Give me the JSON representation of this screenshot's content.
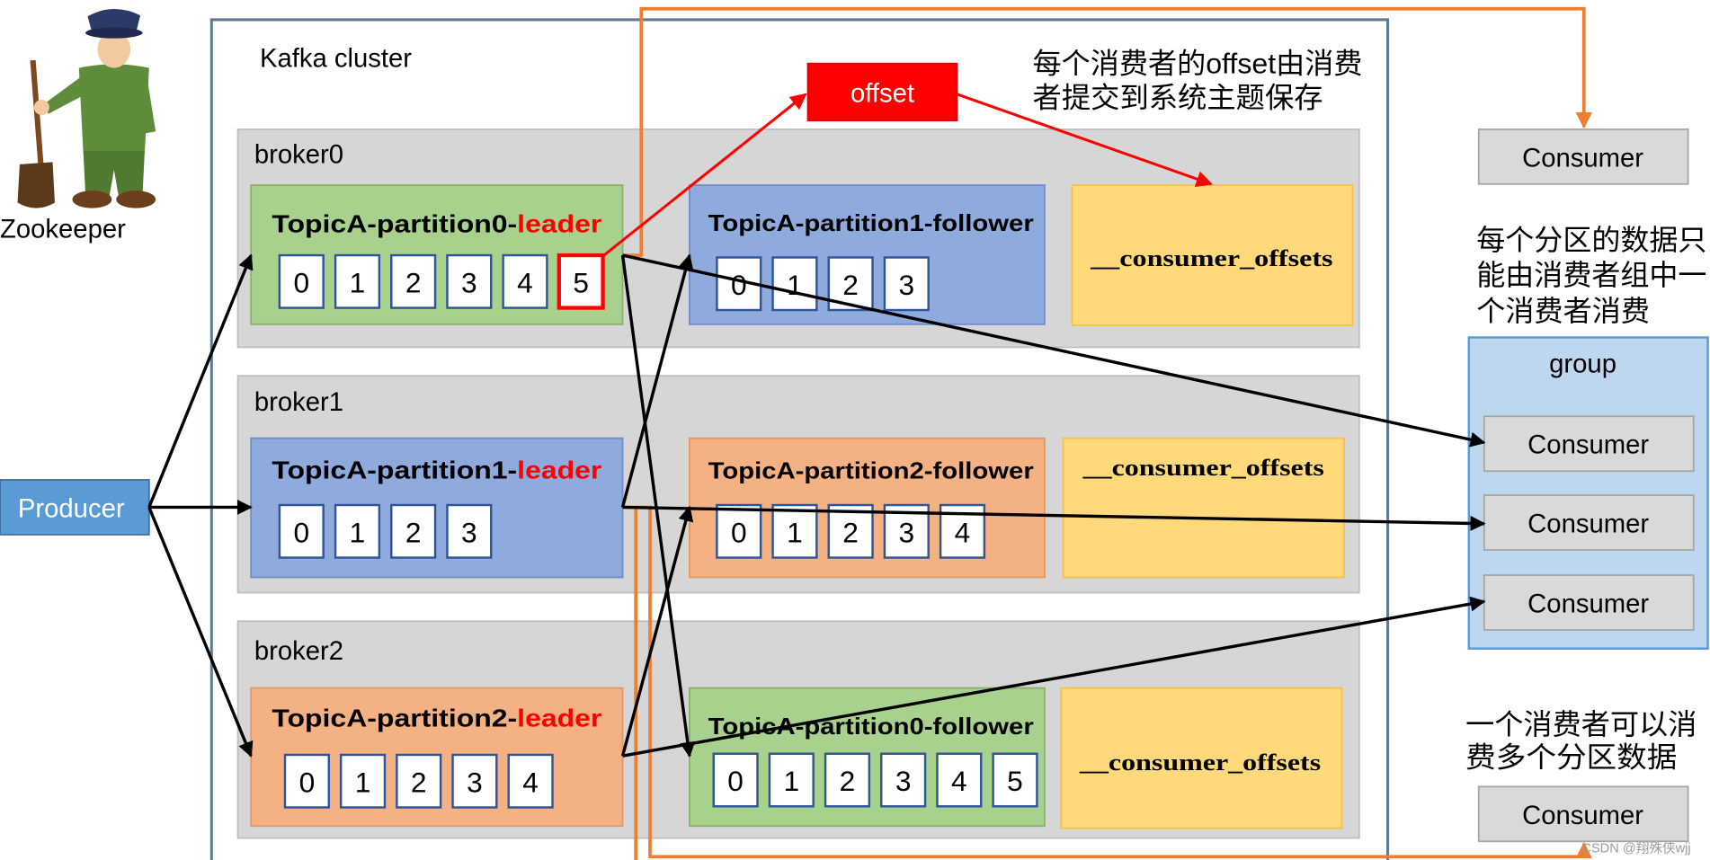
{
  "zookeeper": {
    "label": "Zookeeper"
  },
  "producer": {
    "label": "Producer"
  },
  "cluster": {
    "label": "Kafka cluster"
  },
  "offset": {
    "label": "offset"
  },
  "brokers": [
    {
      "name": "broker0",
      "leader": {
        "prefix": "TopicA-partition0-",
        "role": "leader",
        "cells": [
          "0",
          "1",
          "2",
          "3",
          "4",
          "5"
        ]
      },
      "follower": {
        "title": "TopicA-partition1-follower",
        "cells": [
          "0",
          "1",
          "2",
          "3"
        ]
      },
      "offsets_topic": "__consumer_offsets"
    },
    {
      "name": "broker1",
      "leader": {
        "prefix": "TopicA-partition1-",
        "role": "leader",
        "cells": [
          "0",
          "1",
          "2",
          "3"
        ]
      },
      "follower": {
        "title": "TopicA-partition2-follower",
        "cells": [
          "0",
          "1",
          "2",
          "3",
          "4"
        ]
      },
      "offsets_topic": "__consumer_offsets"
    },
    {
      "name": "broker2",
      "leader": {
        "prefix": "TopicA-partition2-",
        "role": "leader",
        "cells": [
          "0",
          "1",
          "2",
          "3",
          "4"
        ]
      },
      "follower": {
        "title": "TopicA-partition0-follower",
        "cells": [
          "0",
          "1",
          "2",
          "3",
          "4",
          "5"
        ]
      },
      "offsets_topic": "__consumer_offsets"
    }
  ],
  "notes": {
    "offset_commit": [
      "每个消费者的offset由消费",
      "者提交到系统主题保存"
    ],
    "partition_rule": [
      "每个分区的数据只",
      "能由消费者组中一",
      "个消费者消费"
    ],
    "multi_partition": [
      "一个消费者可以消",
      "费多个分区数据"
    ]
  },
  "consumers": {
    "standalone_top": "Consumer",
    "group": {
      "label": "group",
      "members": [
        "Consumer",
        "Consumer",
        "Consumer"
      ]
    },
    "standalone_bottom": "Consumer"
  },
  "watermark": "CSDN @翔殊侠wjj",
  "colors": {
    "producer": "#5B9BD5",
    "offset_box": "#FF0000",
    "leader_role_text": "#FF0000",
    "orange_path": "#ED7D31",
    "partition0": "#A9D18E",
    "partition1": "#8FAADC",
    "partition2": "#F4B183",
    "offsets_topic": "#FFD97A",
    "group_fill": "#BDD7EE"
  }
}
